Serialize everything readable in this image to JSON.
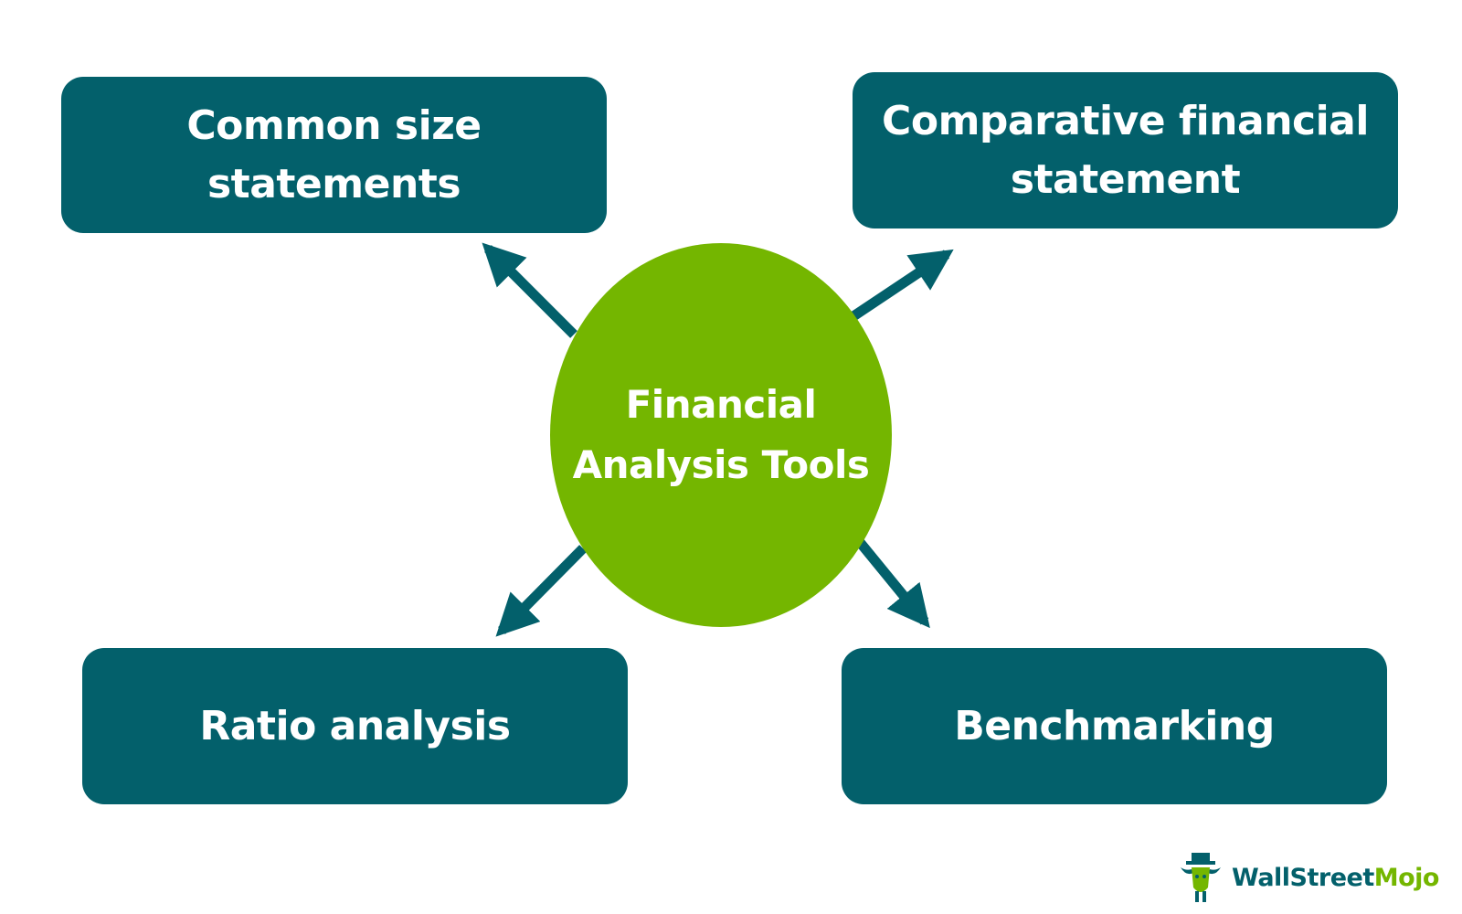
{
  "diagram": {
    "center_label": [
      "Financial",
      "Analysis Tools"
    ],
    "nodes": {
      "top_left": "Common size statements",
      "top_right": [
        "Comparative financial",
        "statement"
      ],
      "bottom_left": "Ratio analysis",
      "bottom_right": "Benchmarking"
    }
  },
  "branding": {
    "logo_text_part1": "WallStreet",
    "logo_text_part2": "Mojo",
    "logo_icon": "bull-icon"
  },
  "colors": {
    "box": "#03606b",
    "center": "#74b600",
    "arrow": "#03606b"
  }
}
